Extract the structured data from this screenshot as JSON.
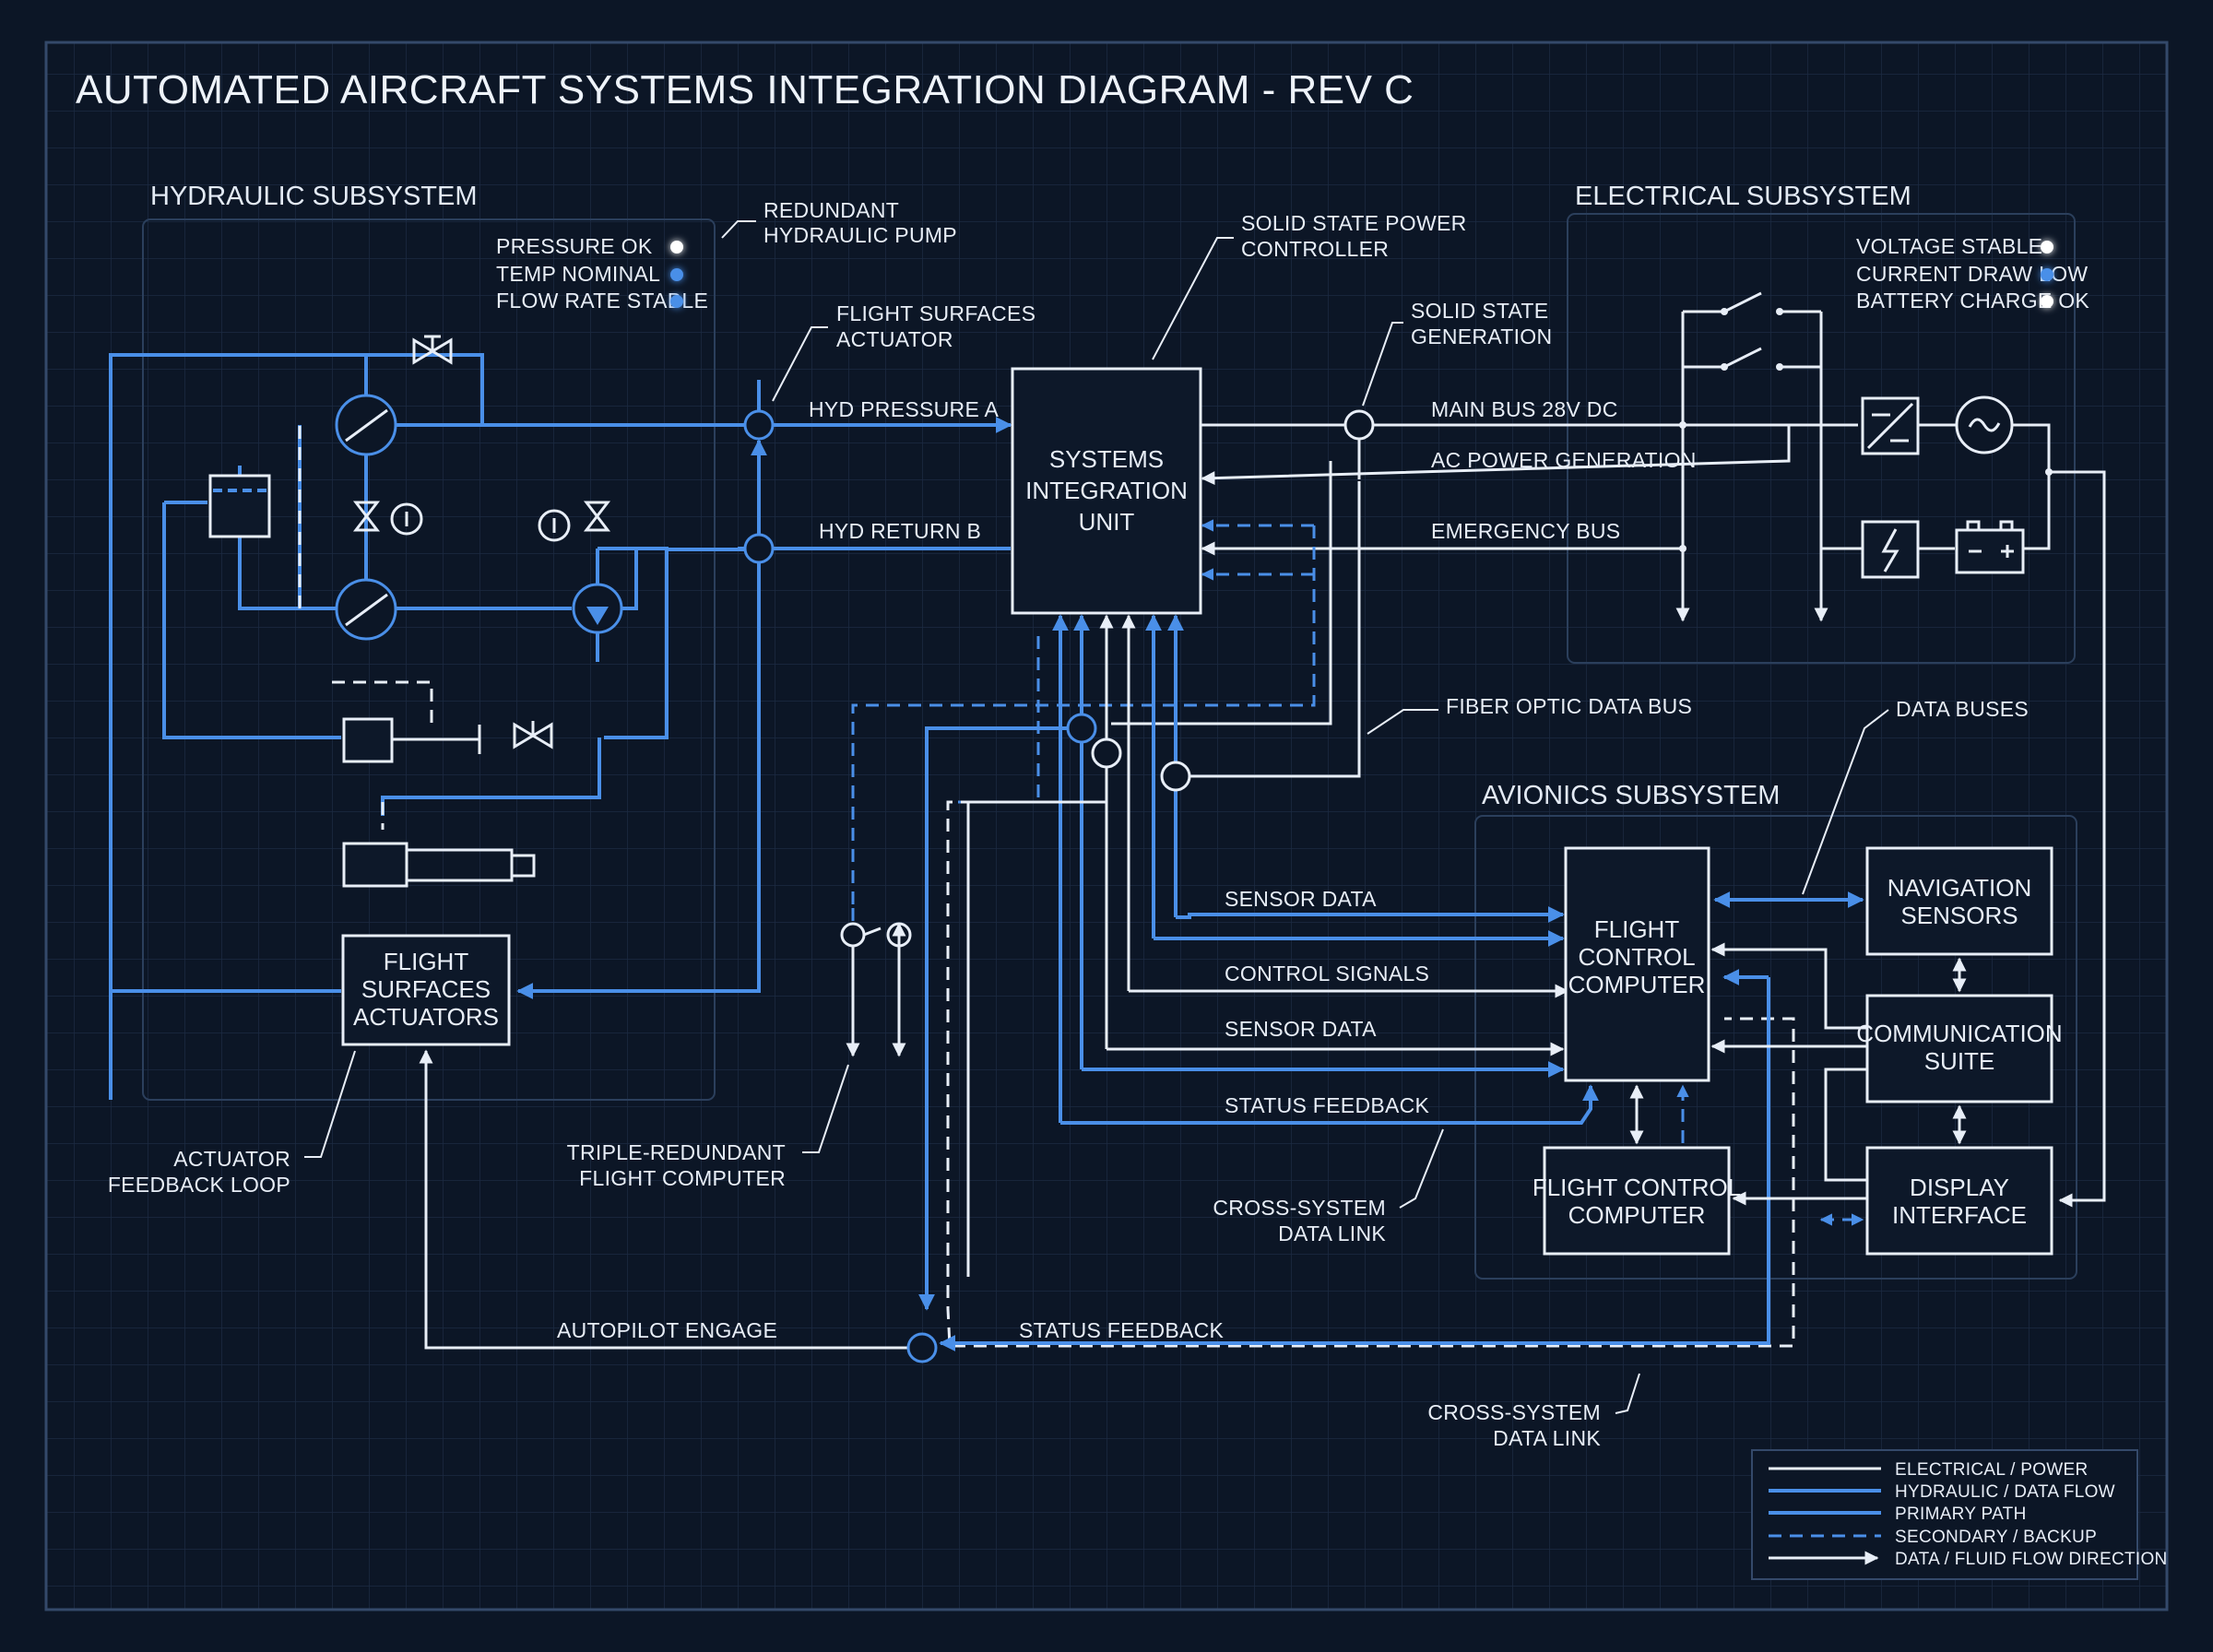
{
  "title": "AUTOMATED AIRCRAFT SYSTEMS INTEGRATION DIAGRAM - REV C",
  "subsystems": {
    "hydraulic": "HYDRAULIC SUBSYSTEM",
    "electrical": "ELECTRICAL SUBSYSTEM",
    "avionics": "AVIONICS SUBSYSTEM"
  },
  "hydraulic_status": [
    {
      "label": "PRESSURE OK",
      "led": "#ffffff"
    },
    {
      "label": "TEMP NOMINAL",
      "led": "#4a8fe8"
    },
    {
      "label": "FLOW RATE STABLE",
      "led": "#4a8fe8"
    }
  ],
  "electrical_status": [
    {
      "label": "VOLTAGE STABLE",
      "led": "#ffffff"
    },
    {
      "label": "CURRENT DRAW LOW",
      "led": "#4a8fe8"
    },
    {
      "label": "BATTERY CHARGE OK",
      "led": "#ffffff"
    }
  ],
  "blocks": {
    "siu": [
      "SYSTEMS",
      "INTEGRATION",
      "UNIT"
    ],
    "fsa": [
      "FLIGHT",
      "SURFACES",
      "ACTUATORS"
    ],
    "fcc1": [
      "FLIGHT",
      "CONTROL",
      "COMPUTER"
    ],
    "fcc2": [
      "FLIGHT CONTROL",
      "COMPUTER"
    ],
    "nav": [
      "NAVIGATION",
      "SENSORS"
    ],
    "comm": [
      "COMMUNICATION",
      "SUITE"
    ],
    "disp": [
      "DISPLAY",
      "INTERFACE"
    ]
  },
  "callouts": {
    "redundant_pump": [
      "REDUNDANT",
      "HYDRAULIC PUMP"
    ],
    "flight_surfaces_actuator": [
      "FLIGHT SURFACES",
      "ACTUATOR"
    ],
    "sspc": [
      "SOLID STATE POWER",
      "CONTROLLER"
    ],
    "ssg": [
      "SOLID STATE",
      "GENERATION"
    ],
    "fiber_bus": "FIBER OPTIC DATA BUS",
    "data_buses": "DATA BUSES",
    "actuator_feedback": [
      "ACTUATOR",
      "FEEDBACK LOOP"
    ],
    "triple_redundant": [
      "TRIPLE-REDUNDANT",
      "FLIGHT COMPUTER"
    ],
    "cross_link_1": [
      "CROSS-SYSTEM",
      "DATA LINK"
    ],
    "cross_link_2": [
      "CROSS-SYSTEM",
      "DATA LINK"
    ]
  },
  "lines": {
    "hyd_a": "HYD PRESSURE A",
    "hyd_b": "HYD RETURN B",
    "main_bus": "MAIN BUS 28V DC",
    "ac_power": "AC POWER GENERATION",
    "emergency_bus": "EMERGENCY BUS",
    "sensor_data_1": "SENSOR DATA",
    "control_signals": "CONTROL SIGNALS",
    "sensor_data_2": "SENSOR DATA",
    "status_feedback_1": "STATUS FEEDBACK",
    "autopilot": "AUTOPILOT ENGAGE",
    "status_feedback_2": "STATUS FEEDBACK"
  },
  "legend": [
    {
      "label": "ELECTRICAL / POWER",
      "style": "solid-white"
    },
    {
      "label": "HYDRAULIC / DATA FLOW",
      "style": "solid-blue"
    },
    {
      "label": "PRIMARY PATH",
      "style": "solid-blue"
    },
    {
      "label": "SECONDARY / BACKUP",
      "style": "dashed-blue"
    },
    {
      "label": "DATA / FLUID FLOW DIRECTION",
      "style": "arrow-white"
    }
  ],
  "colors": {
    "background": "#0c1626",
    "grid": "#1b2a42",
    "white_line": "#e8eef7",
    "blue_line": "#4a8fe8"
  }
}
